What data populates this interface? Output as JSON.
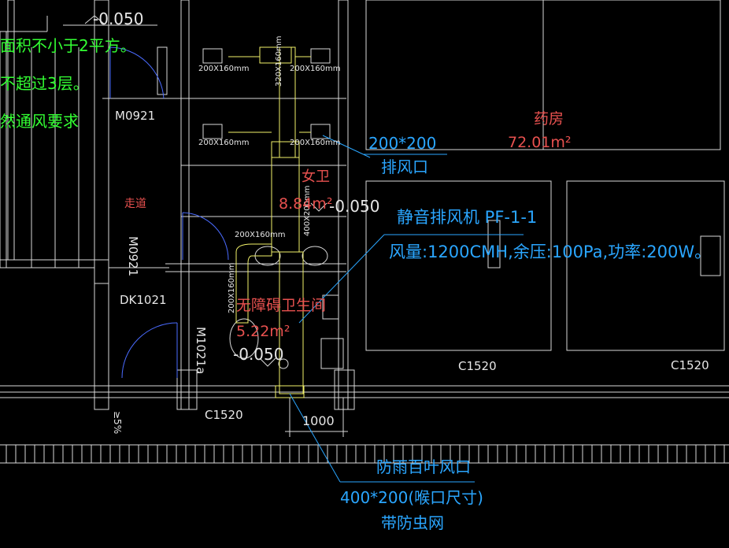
{
  "colors": {
    "background": "#000000",
    "walls": "#d9d9d9",
    "duct": "#f2f26a",
    "leader": "#2aa6ff",
    "room_text": "#e8514f",
    "note_text": "#33ff33"
  },
  "labels": {
    "level_top": "-0.050",
    "green_1": "面积不小于2平方。",
    "green_2": "不超过3层。",
    "green_3": "然通风要求",
    "m0921_top": "M0921",
    "corridor": "走道",
    "m0921_side": "M0921",
    "dk1021": "DK1021",
    "m1021a": "M1021a",
    "c1520_bottom": "C1520",
    "slope": "≥5%",
    "duct_tl": "200X160mm",
    "duct_tr": "200X160mm",
    "duct_ml": "200X160mm",
    "duct_mr": "200X160mm",
    "duct_riser": "320X160mm",
    "duct_lower": "200X160mm",
    "duct_vertical": "400X200mm",
    "duct_left_vertical": "200X160mm",
    "womens_wc": "女卫",
    "womens_area": "8.84m²",
    "level_mid": "-0.050",
    "accessible_wc": "无障碍卫生间",
    "accessible_area": "5.22m²",
    "level_low": "-0.050",
    "pharmacy": "药房",
    "pharmacy_area": "72.01m²",
    "c1520_a": "C1520",
    "c1520_b": "C1520",
    "dim_1000": "1000",
    "exhaust_size": "200*200",
    "exhaust_name": "排风口",
    "fan_name": "静音排风机 PF-1-1",
    "fan_spec": "风量:1200CMH,余压:100Pa,功率:200W。",
    "louver_name": "防雨百叶风口",
    "louver_size": "400*200(喉口尺寸)",
    "louver_net": "带防虫网"
  }
}
